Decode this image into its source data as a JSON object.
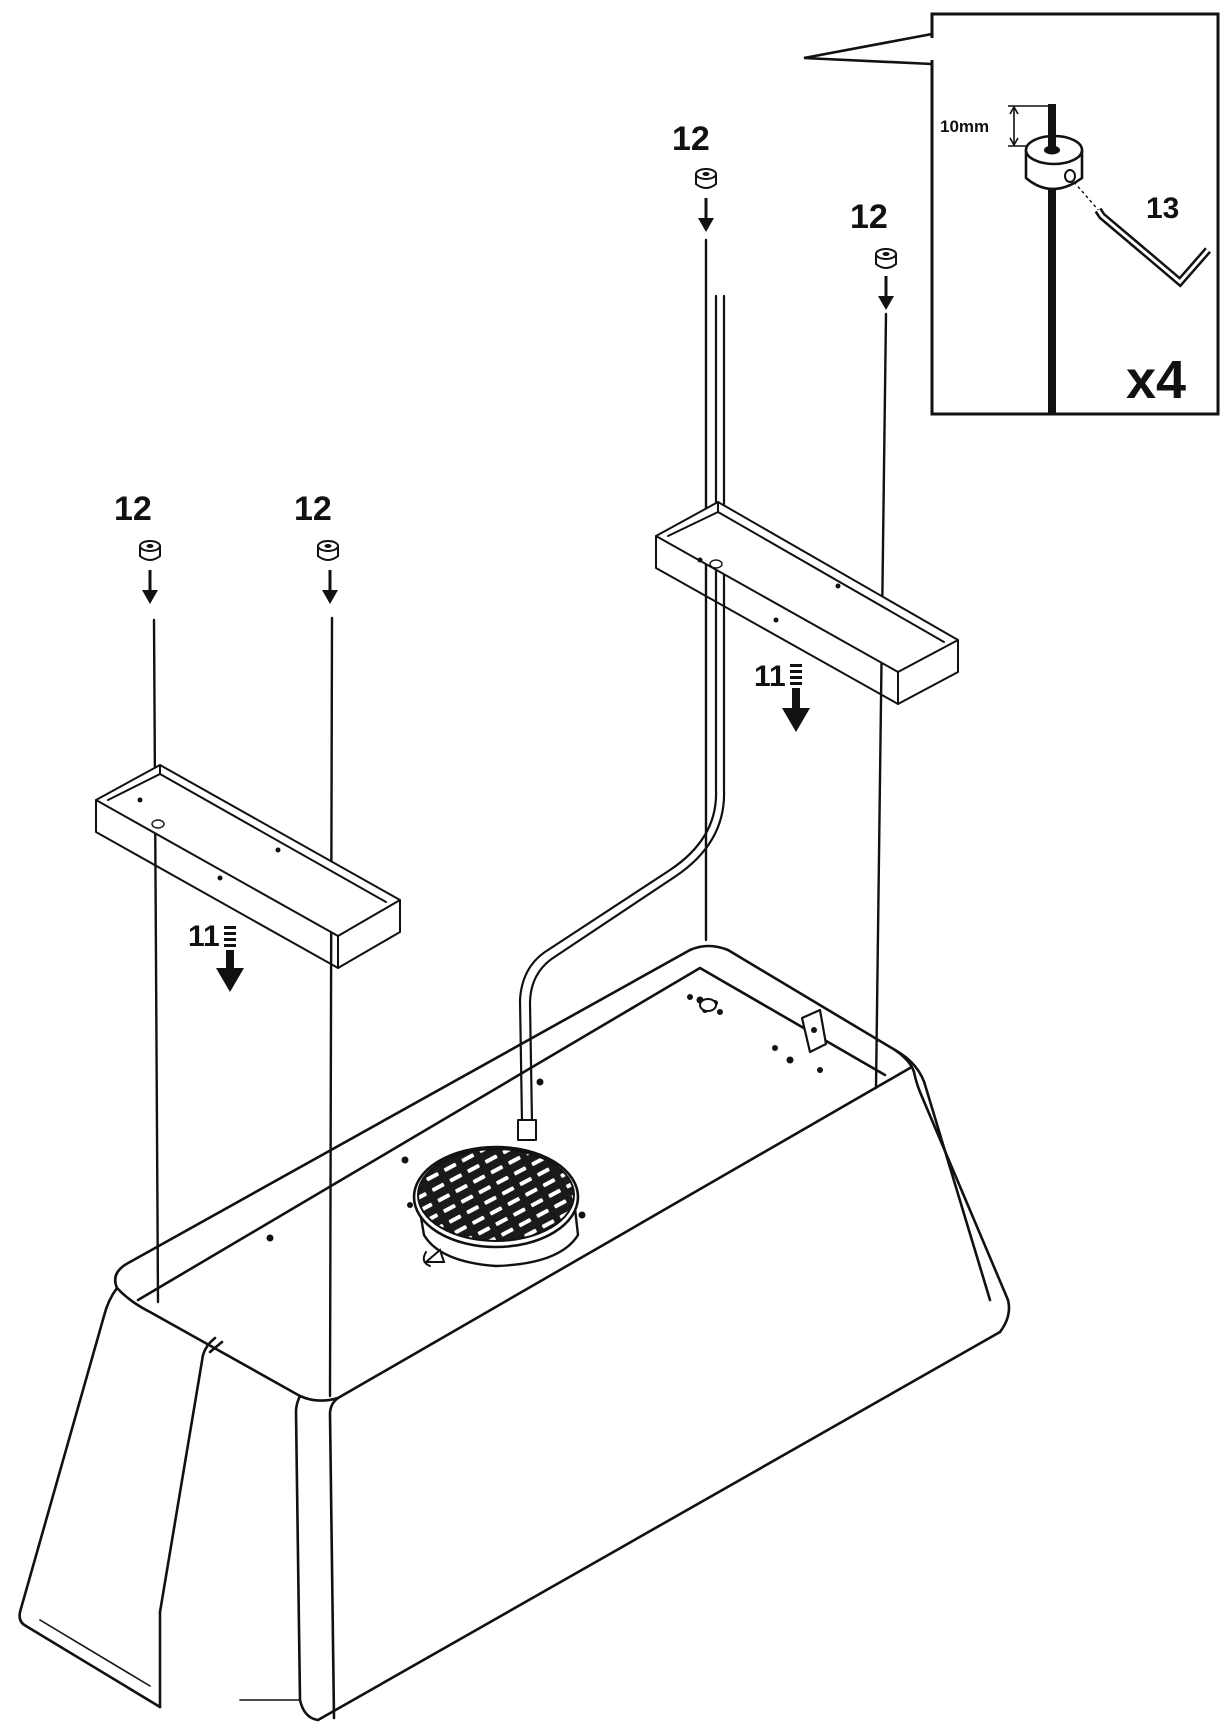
{
  "labels": {
    "nut_label": "12",
    "bracket_label": "11",
    "hex_key_label": "13",
    "gap_dimension": "10mm",
    "quantity": "x4"
  },
  "colors": {
    "ink": "#111111",
    "paper": "#ffffff",
    "grille": "#1a1a1a"
  },
  "icons": {
    "nut": "cylinder-nut-icon",
    "arrow": "down-arrow-icon",
    "hex_key": "allen-key-icon"
  }
}
